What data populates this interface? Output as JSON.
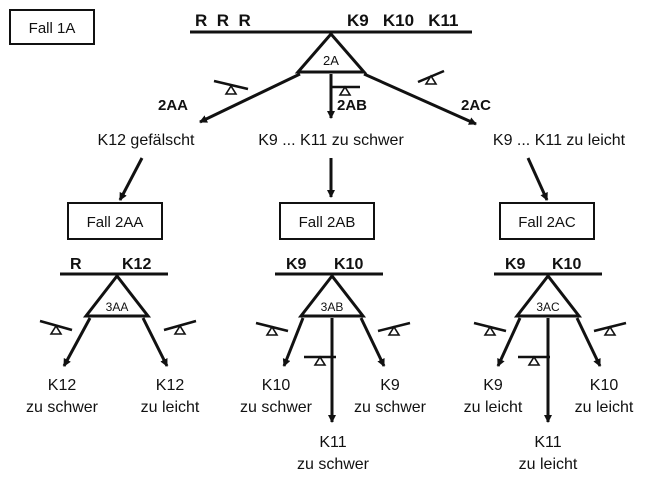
{
  "case_box": "Fall 1A",
  "top": {
    "left_pan": "R  R  R",
    "right_pan": "K9   K10   K11",
    "scale_label": "2A"
  },
  "branches": {
    "left": {
      "code": "2AA",
      "outcome": "K12 gefälscht"
    },
    "middle": {
      "code": "2AB",
      "outcome": "K9 ... K11 zu schwer"
    },
    "right": {
      "code": "2AC",
      "outcome": "K9 ... K11 zu leicht"
    }
  },
  "sub_cases": {
    "aa": {
      "box": "Fall 2AA",
      "left_pan": "R",
      "right_pan": "K12",
      "scale_label": "3AA",
      "left_result": {
        "line1": "K12",
        "line2": "zu schwer"
      },
      "right_result": {
        "line1": "K12",
        "line2": "zu leicht"
      }
    },
    "ab": {
      "box": "Fall 2AB",
      "left_pan": "K9",
      "right_pan": "K10",
      "scale_label": "3AB",
      "left_result": {
        "line1": "K10",
        "line2": "zu schwer"
      },
      "right_result": {
        "line1": "K9",
        "line2": "zu schwer"
      },
      "bottom_result": {
        "line1": "K11",
        "line2": "zu schwer"
      }
    },
    "ac": {
      "box": "Fall 2AC",
      "left_pan": "K9",
      "right_pan": "K10",
      "scale_label": "3AC",
      "left_result": {
        "line1": "K9",
        "line2": "zu leicht"
      },
      "right_result": {
        "line1": "K10",
        "line2": "zu leicht"
      },
      "bottom_result": {
        "line1": "K11",
        "line2": "zu leicht"
      }
    }
  }
}
